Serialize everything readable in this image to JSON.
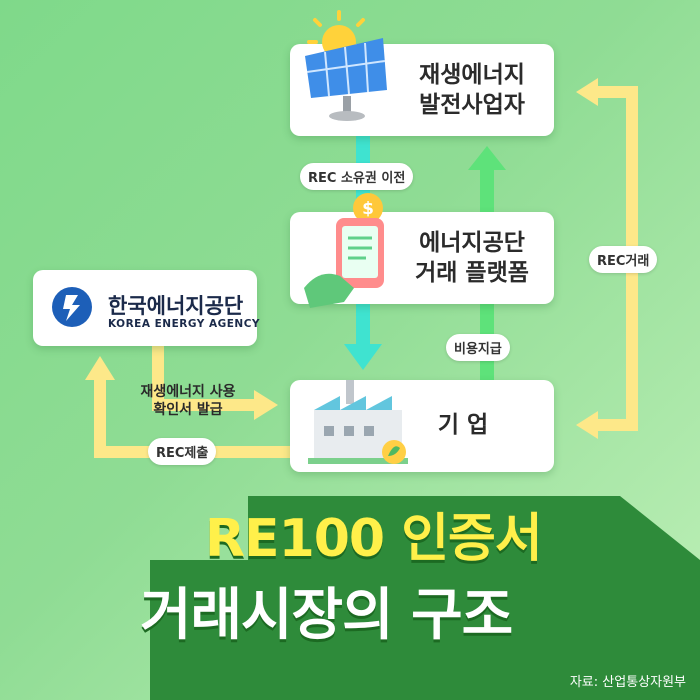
{
  "nodes": {
    "generator": {
      "label": "재생에너지\n발전사업자"
    },
    "platform": {
      "label": "에너지공단\n거래 플랫폼"
    },
    "company": {
      "label": "기 업"
    },
    "agency": {
      "name": "한국에너지공단",
      "subtitle": "KOREA ENERGY AGENCY"
    }
  },
  "edges": {
    "rec_ownership": "REC 소유권 이전",
    "rec_trade": "REC거래",
    "payment": "비용지급",
    "certificate": "재생에너지 사용\n확인서 발급",
    "rec_submit": "REC제출"
  },
  "title": {
    "line1": "RE100 인증서",
    "line2": "거래시장의 구조"
  },
  "source": "자료: 산업통상자원부",
  "colors": {
    "background": "#8fdc94",
    "arrow_cyan": "#3fe3d0",
    "arrow_green": "#5ee27a",
    "arrow_yellow": "#fde889",
    "title_band": "#2e8b3a",
    "title_yellow": "#fff04a"
  },
  "icons": [
    "sun-icon",
    "solar-panel-icon",
    "phone-coin-icon",
    "factory-icon",
    "kea-logo-icon"
  ]
}
